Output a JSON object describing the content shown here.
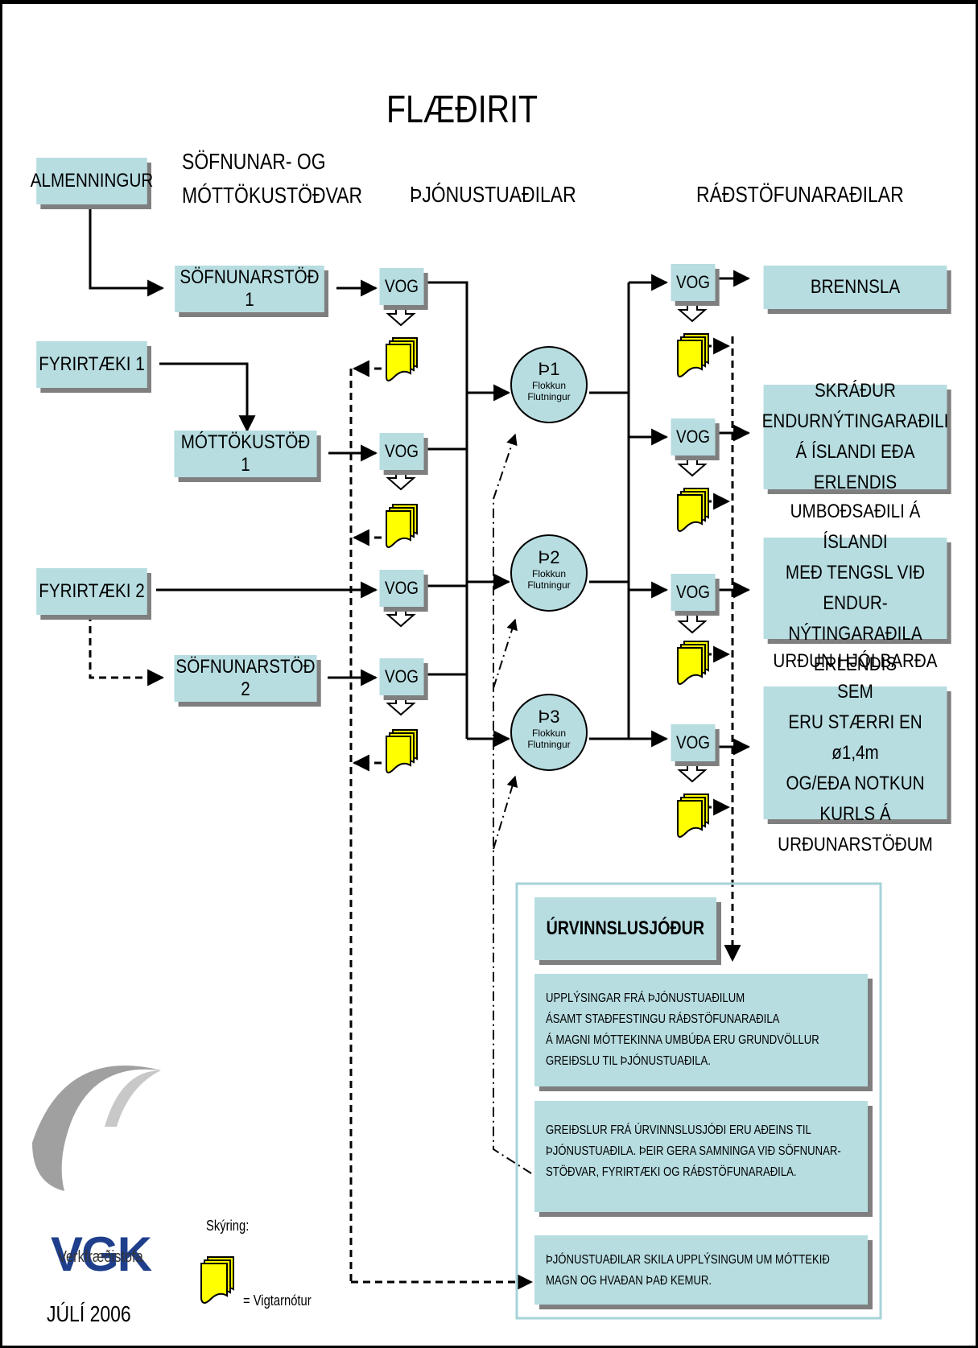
{
  "title": "FLÆÐIRIT",
  "columns": {
    "collection": "SÖFNUNAR- OG\nMÓTTÖKUSTÖÐVAR",
    "service": "ÞJÓNUSTUAÐILAR",
    "disposal": "RÁÐSTÖFUNARAÐILAR"
  },
  "sources": {
    "almenningur": "ALMENNINGUR",
    "fyrirtaeki1": "FYRIRTÆKI 1",
    "fyrirtaeki2": "FYRIRTÆKI 2"
  },
  "stations": {
    "sofnunarstod1": "SÖFNUNARSTÖÐ 1",
    "mottokustod1": "MÓTTÖKUSTÖÐ 1",
    "sofnunarstod2": "SÖFNUNARSTÖÐ 2"
  },
  "scale_label": "VOG",
  "service_providers": [
    {
      "id": "Þ1",
      "line1": "Flokkun",
      "line2": "Flutningur"
    },
    {
      "id": "Þ2",
      "line1": "Flokkun",
      "line2": "Flutningur"
    },
    {
      "id": "Þ3",
      "line1": "Flokkun",
      "line2": "Flutningur"
    }
  ],
  "disposal_boxes": {
    "brennsla": "BRENNSLA",
    "skradur": "SKRÁÐUR\nENDURNÝTINGARAÐILI\nÁ ÍSLANDI EÐA ERLENDIS",
    "umbodsadili": "UMBOÐSAÐILI Á ÍSLANDI\nMEÐ TENGSL VIÐ ENDUR-\nNÝTINGARAÐILA ERLENDIS",
    "urdun": "URÐUN HJÓLBARÐA SEM\nERU STÆRRI EN ø1,4m\nOG/EÐA NOTKUN KURLS Á\nURÐUNARSTÖÐUM"
  },
  "fund": {
    "title": "ÚRVINNSLUSJÓÐUR",
    "info1": "UPPLÝSINGAR FRÁ ÞJÓNUSTUAÐILUM\nÁSAMT STAÐFESTINGU RÁÐSTÖFUNARAÐILA\nÁ MAGNI MÓTTEKINNA UMBÚÐA ERU GRUNDVÖLLUR\nGREIÐSLU TIL ÞJÓNUSTUAÐILA.",
    "info2": "GREIÐSLUR FRÁ ÚRVINNSLUSJÓÐI ERU AÐEINS TIL\nÞJÓNUSTUAÐILA. ÞEIR GERA SAMNINGA VIÐ SÖFNUNAR-\nSTÖÐVAR, FYRIRTÆKI OG RÁÐSTÖFUNARAÐILA.",
    "info3": "ÞJÓNUSTUAÐILAR SKILA UPPLÝSINGUM UM MÓTTEKIÐ\nMAGN OG HVAÐAN ÞAÐ KEMUR."
  },
  "logo": {
    "name": "VGK",
    "subtitle": "Verkfræðistofa"
  },
  "date": "JÚLÍ 2006",
  "legend": {
    "title": "Skýring:",
    "item": "= Vigtarnótur"
  },
  "colors": {
    "box_fill": "#b7dde1",
    "shadow": "#7f7f7f",
    "note_fill": "#ffff00",
    "panel_border": "#a6d3d8"
  }
}
